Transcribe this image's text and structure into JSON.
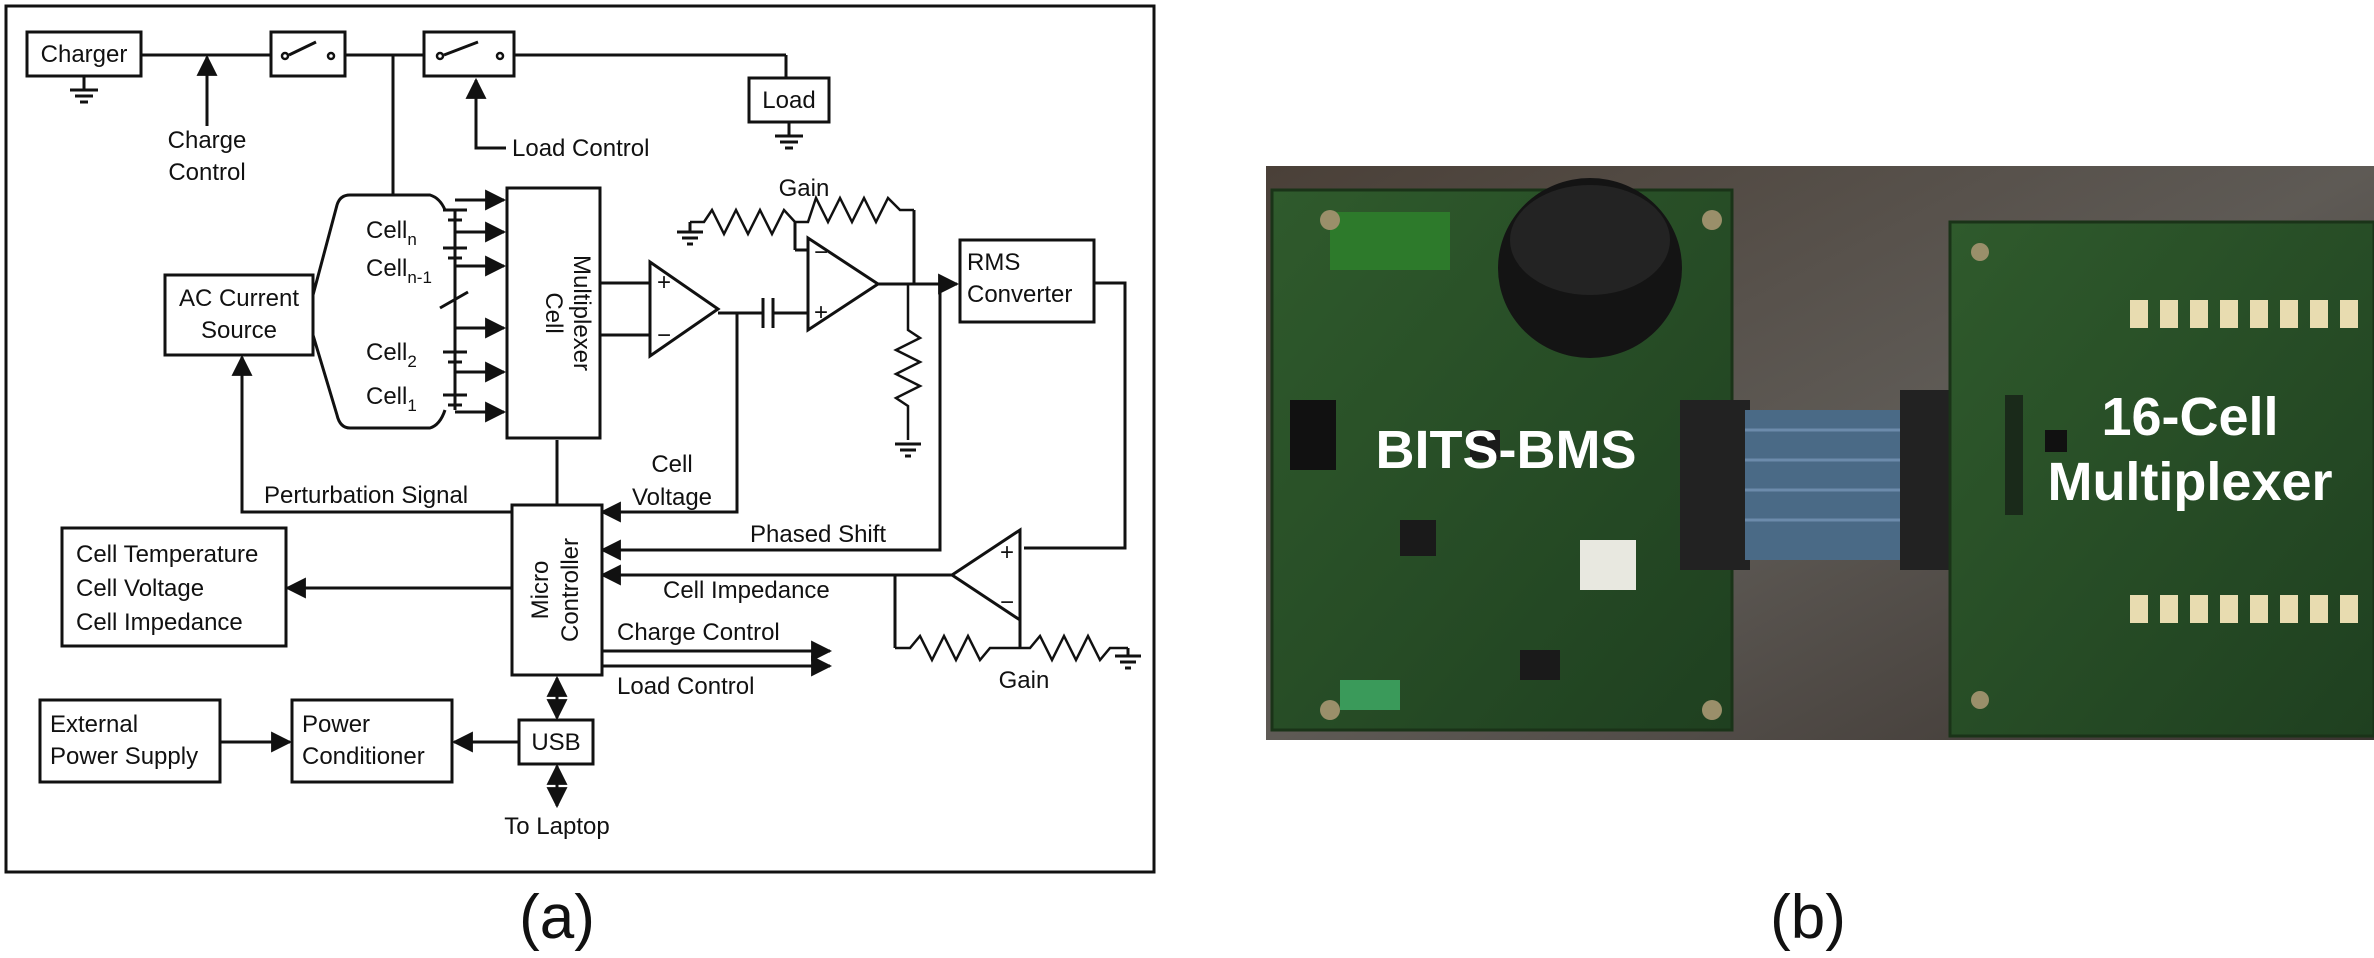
{
  "diagram": {
    "charger": "Charger",
    "charge_control": [
      "Charge",
      "Control"
    ],
    "load": "Load",
    "load_control": "Load Control",
    "gain_top": "Gain",
    "gain_bottom": "Gain",
    "ac_source": [
      "AC Current",
      "Source"
    ],
    "cells": {
      "n": {
        "base": "Cell",
        "sub": "n"
      },
      "n1": {
        "base": "Cell",
        "sub": "n-1"
      },
      "c2": {
        "base": "Cell",
        "sub": "2"
      },
      "c1": {
        "base": "Cell",
        "sub": "1"
      }
    },
    "cell_multiplexer": [
      "Cell",
      "Multiplexer"
    ],
    "rms_converter": [
      "RMS",
      "Converter"
    ],
    "perturbation_signal": "Perturbation Signal",
    "cell_voltage": [
      "Cell",
      "Voltage"
    ],
    "phased_shift": "Phased Shift",
    "cell_impedance_label": "Cell Impedance",
    "micro_controller": [
      "Micro",
      "Controller"
    ],
    "outputs": [
      "Cell Temperature",
      "Cell Voltage",
      "Cell Impedance"
    ],
    "charge_control_out": "Charge Control",
    "load_control_out": "Load Control",
    "external_power": [
      "External",
      "Power Supply"
    ],
    "power_conditioner": [
      "Power",
      "Conditioner"
    ],
    "usb": "USB",
    "to_laptop": "To Laptop",
    "opamp_plus": "+",
    "opamp_minus": "−"
  },
  "photo": {
    "board_label": "BITS-BMS",
    "mux_label": [
      "16-Cell",
      "Multiplexer"
    ]
  },
  "captions": {
    "a": "(a)",
    "b": "(b)"
  }
}
